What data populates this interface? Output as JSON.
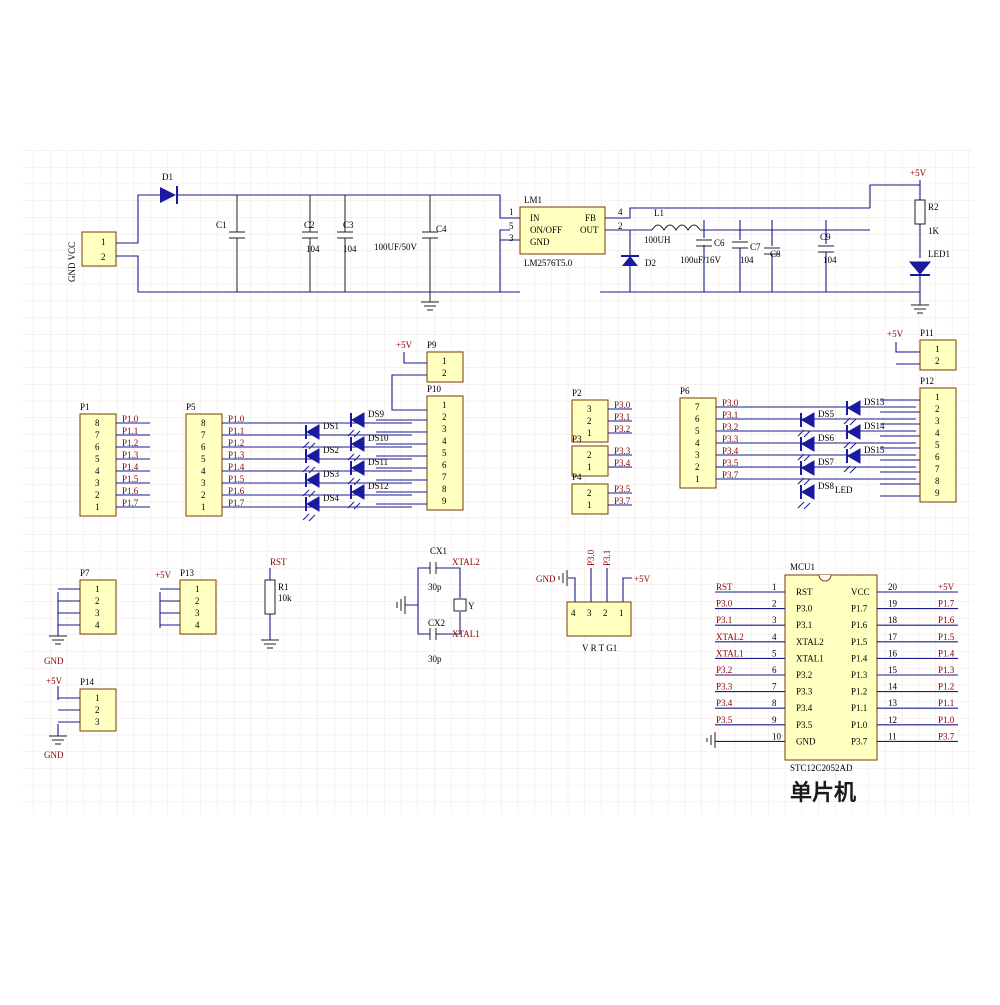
{
  "title": "单片机",
  "colors": {
    "wire": "#1a1a8c",
    "body": "#ffffc0",
    "grid": "#f1dcdc",
    "netlabel": "#8b0000"
  },
  "power": {
    "input_conn": {
      "label": "GND VCC",
      "pins": [
        "1",
        "2"
      ]
    },
    "diode": "D1",
    "caps": [
      {
        "ref": "C1",
        "value": ""
      },
      {
        "ref": "C2",
        "value": "104"
      },
      {
        "ref": "C3",
        "value": "104"
      },
      {
        "ref": "C4",
        "value": "100UF/50V"
      }
    ],
    "regulator": {
      "ref": "LM1",
      "part": "LM2576T5.0",
      "pins_left": [
        "IN",
        "ON/OFF",
        "GND"
      ],
      "pins_right": [
        "FB",
        "OUT"
      ],
      "pin_nums_left": [
        "1",
        "5",
        "3"
      ],
      "pin_nums_right": [
        "4",
        "2"
      ]
    },
    "inductor": {
      "ref": "L1",
      "value": "100UH"
    },
    "diode2": "D2",
    "out_caps": [
      {
        "ref": "C6",
        "value": "100uF/16V"
      },
      {
        "ref": "C7",
        "value": "104"
      },
      {
        "ref": "C8",
        "value": ""
      },
      {
        "ref": "C9",
        "value": "104"
      }
    ],
    "plus5": "+5V",
    "resistor": {
      "ref": "R2",
      "value": "1K"
    },
    "led": "LED1"
  },
  "headers": {
    "P1": {
      "pins": [
        "8",
        "7",
        "6",
        "5",
        "4",
        "3",
        "2",
        "1"
      ],
      "nets": [
        "P1.0",
        "P1.1",
        "P1.2",
        "P1.3",
        "P1.4",
        "P1.5",
        "P1.6",
        "P1.7"
      ]
    },
    "P5": {
      "pins": [
        "8",
        "7",
        "6",
        "5",
        "4",
        "3",
        "2",
        "1"
      ],
      "nets": [
        "P1.0",
        "P1.1",
        "P1.2",
        "P1.3",
        "P1.4",
        "P1.5",
        "P1.6",
        "P1.7"
      ]
    },
    "P9": {
      "pins": [
        "1",
        "2"
      ],
      "net": "+5V"
    },
    "P10": {
      "pins": [
        "1",
        "2",
        "3",
        "4",
        "5",
        "6",
        "7",
        "8",
        "9"
      ]
    },
    "P2": {
      "pins": [
        "3",
        "2",
        "1"
      ],
      "nets": [
        "P3.0",
        "P3.1",
        "P3.2"
      ]
    },
    "P3": {
      "pins": [
        "2",
        "1"
      ],
      "nets": [
        "P3.3",
        "P3.4"
      ]
    },
    "P4": {
      "pins": [
        "2",
        "1"
      ],
      "nets": [
        "P3.5",
        "P3.7"
      ]
    },
    "P6": {
      "pins": [
        "7",
        "6",
        "5",
        "4",
        "3",
        "2",
        "1"
      ],
      "nets": [
        "P3.0",
        "P3.1",
        "P3.2",
        "P3.3",
        "P3.4",
        "P3.5",
        "P3.7"
      ]
    },
    "P11": {
      "pins": [
        "1",
        "2"
      ],
      "net": "+5V"
    },
    "P12": {
      "pins": [
        "1",
        "2",
        "3",
        "4",
        "5",
        "6",
        "7",
        "8",
        "9"
      ]
    },
    "P7": {
      "pins": [
        "1",
        "2",
        "3",
        "4"
      ],
      "net": "GND"
    },
    "P13": {
      "pins": [
        "1",
        "2",
        "3",
        "4"
      ],
      "net": "+5V"
    },
    "P14": {
      "pins": [
        "1",
        "2",
        "3"
      ],
      "net_top": "+5V",
      "net_bottom": "GND"
    }
  },
  "leds_left": {
    "col1": [
      "DS1",
      "DS2",
      "DS3",
      "DS4"
    ],
    "col2": [
      "DS9",
      "DS10",
      "DS11",
      "DS12"
    ]
  },
  "leds_right": {
    "col1": [
      "DS5",
      "DS6",
      "DS7",
      "DS8"
    ],
    "col2": [
      "DS13",
      "DS14",
      "DS15"
    ],
    "extra": "LED"
  },
  "reset": {
    "net": "RST",
    "ref": "R1",
    "value": "10k"
  },
  "crystal": {
    "cx1": "CX1",
    "cx2": "CX2",
    "cap": "30p",
    "xtal2": "XTAL2",
    "xtal1": "XTAL1",
    "y": "Y"
  },
  "prog": {
    "gnd": "GND",
    "p30": "P3.0",
    "p31": "P3.1",
    "plus5": "+5V",
    "pins": [
      "4",
      "3",
      "2",
      "1"
    ],
    "label": "V R T G1"
  },
  "mcu": {
    "ref": "MCU1",
    "part": "STC12C2052AD",
    "left": [
      {
        "net": "RST",
        "num": "1",
        "name": "RST"
      },
      {
        "net": "P3.0",
        "num": "2",
        "name": "P3.0"
      },
      {
        "net": "P3.1",
        "num": "3",
        "name": "P3.1"
      },
      {
        "net": "XTAL2",
        "num": "4",
        "name": "XTAL2"
      },
      {
        "net": "XTAL1",
        "num": "5",
        "name": "XTAL1"
      },
      {
        "net": "P3.2",
        "num": "6",
        "name": "P3.2"
      },
      {
        "net": "P3.3",
        "num": "7",
        "name": "P3.3"
      },
      {
        "net": "P3.4",
        "num": "8",
        "name": "P3.4"
      },
      {
        "net": "P3.5",
        "num": "9",
        "name": "P3.5"
      },
      {
        "net": "",
        "num": "10",
        "name": "GND"
      }
    ],
    "right": [
      {
        "net": "+5V",
        "num": "20",
        "name": "VCC"
      },
      {
        "net": "P1.7",
        "num": "19",
        "name": "P1.7"
      },
      {
        "net": "P1.6",
        "num": "18",
        "name": "P1.6"
      },
      {
        "net": "P1.5",
        "num": "17",
        "name": "P1.5"
      },
      {
        "net": "P1.4",
        "num": "16",
        "name": "P1.4"
      },
      {
        "net": "P1.3",
        "num": "15",
        "name": "P1.3"
      },
      {
        "net": "P1.2",
        "num": "14",
        "name": "P1.2"
      },
      {
        "net": "P1.1",
        "num": "13",
        "name": "P1.1"
      },
      {
        "net": "P1.0",
        "num": "12",
        "name": "P1.0"
      },
      {
        "net": "P3.7",
        "num": "11",
        "name": "P3.7"
      }
    ]
  }
}
